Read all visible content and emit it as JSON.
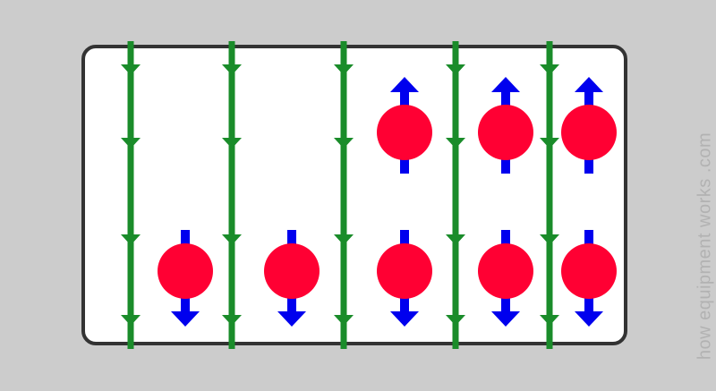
{
  "watermark": "how equipment works .com",
  "colors": {
    "background": "#cccccc",
    "box_fill": "#ffffff",
    "box_stroke": "#333333",
    "field_line": "#1a8c2a",
    "particle": "#ff0033",
    "spin_arrow": "#0000ee"
  },
  "field_lines": {
    "count": 5,
    "arrow_direction": "down"
  },
  "particles": {
    "top_row": [
      "none",
      "none",
      "up",
      "up",
      "up"
    ],
    "bottom_row": [
      "down",
      "down",
      "down",
      "down",
      "down"
    ]
  }
}
